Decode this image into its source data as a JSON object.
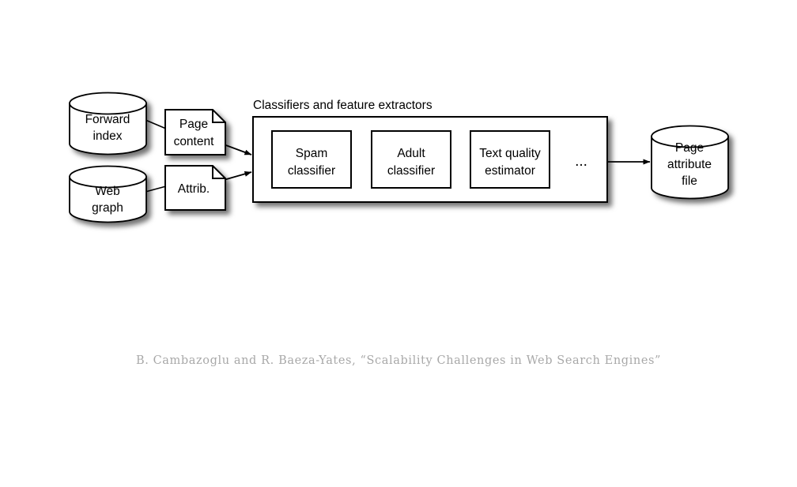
{
  "slide": {
    "background_color": "#ffffff",
    "stroke_color": "#000000",
    "shape_fill": "#ffffff"
  },
  "diagram": {
    "title": "Classifiers and feature extractors",
    "sources": [
      {
        "name": "forward-index",
        "shape": "cylinder",
        "line1": "Forward",
        "line2": "index"
      },
      {
        "name": "web-graph",
        "shape": "cylinder",
        "line1": "Web",
        "line2": "graph"
      }
    ],
    "documents": [
      {
        "name": "page-content",
        "shape": "document",
        "line1": "Page",
        "line2": "content"
      },
      {
        "name": "attributes",
        "shape": "document",
        "line1": "Attrib.",
        "line2": ""
      }
    ],
    "processors": [
      {
        "name": "spam-classifier",
        "line1": "Spam",
        "line2": "classifier"
      },
      {
        "name": "adult-classifier",
        "line1": "Adult",
        "line2": "classifier"
      },
      {
        "name": "text-quality-estimator",
        "line1": "Text quality",
        "line2": "estimator"
      }
    ],
    "more_indicator": "...",
    "sink": {
      "name": "page-attribute-file",
      "shape": "cylinder",
      "line1": "Page",
      "line2": "attribute",
      "line3": "file"
    }
  },
  "footer": {
    "caption": "B. Cambazoglu and R. Baeza-Yates, “Scalability Challenges in Web Search Engines”"
  }
}
